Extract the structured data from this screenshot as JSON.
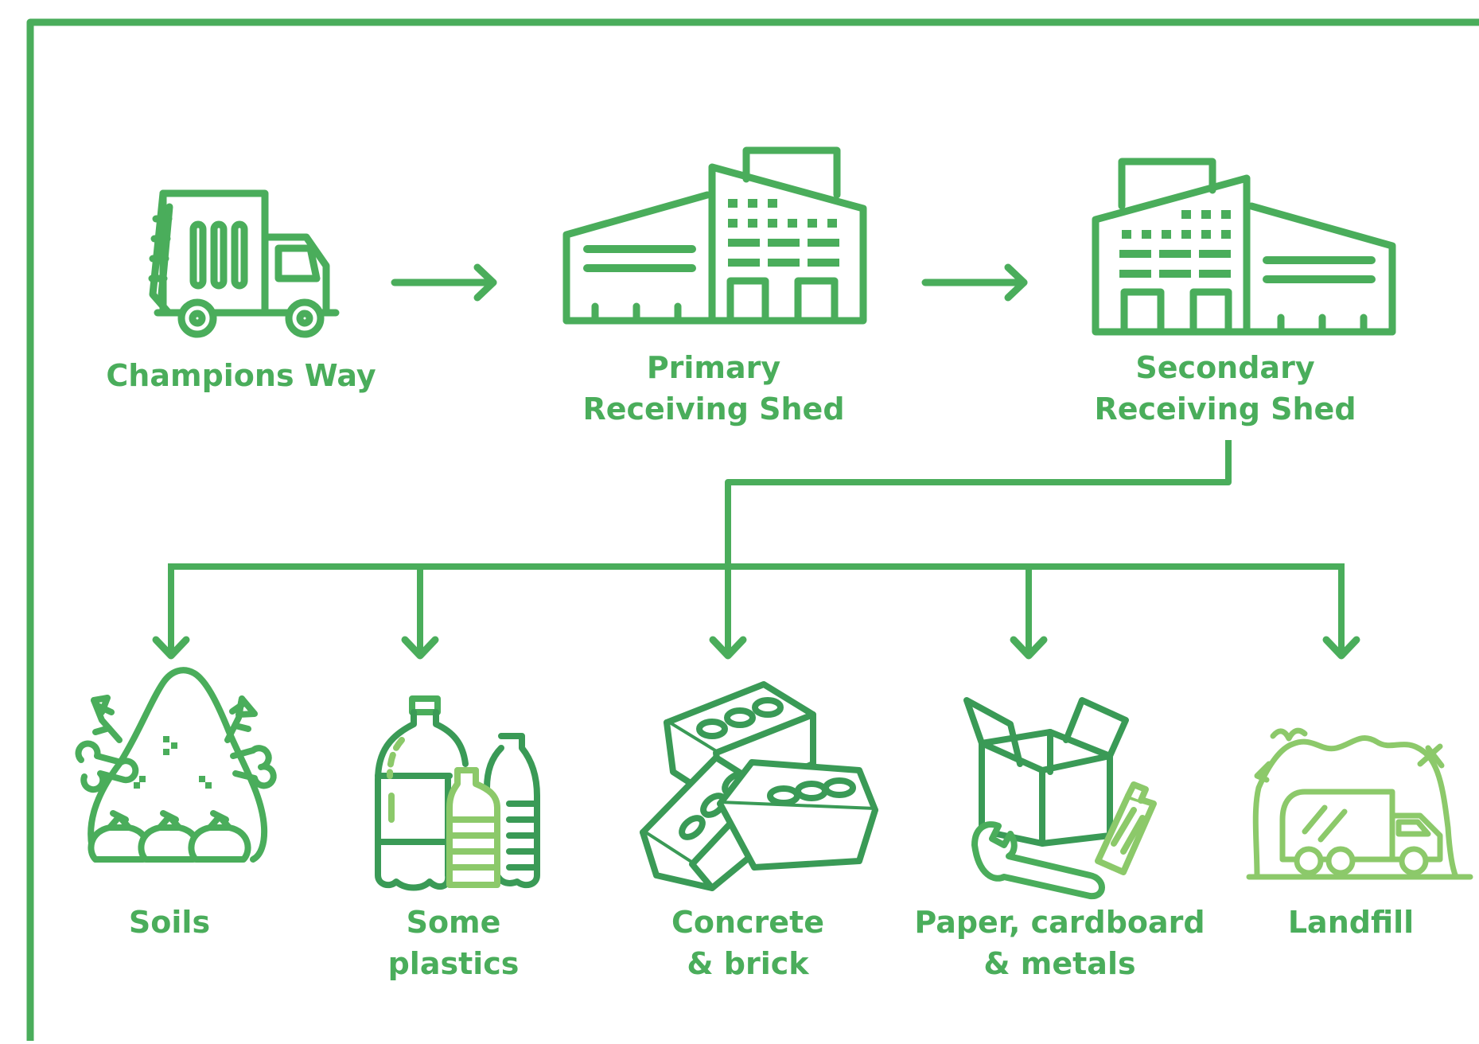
{
  "colors": {
    "primary": "#4aad5b",
    "dark": "#3a9a56",
    "light": "#8cc96a"
  },
  "nodes": {
    "source": {
      "label": "Champions Way",
      "icon": "garbage-truck-icon"
    },
    "primary": {
      "line1": "Primary",
      "line2": "Receiving Shed",
      "icon": "factory-icon"
    },
    "secondary": {
      "line1": "Secondary",
      "line2": "Receiving Shed",
      "icon": "factory-icon"
    }
  },
  "outputs": [
    {
      "line1": "Soils",
      "line2": "",
      "icon": "soil-heap-icon"
    },
    {
      "line1": "Some",
      "line2": "plastics",
      "icon": "plastic-bottles-icon"
    },
    {
      "line1": "Concrete",
      "line2": "& brick",
      "icon": "bricks-icon"
    },
    {
      "line1": "Paper, cardboard",
      "line2": "& metals",
      "icon": "box-wrench-battery-icon"
    },
    {
      "line1": "Landfill",
      "line2": "",
      "icon": "landfill-truck-icon"
    }
  ]
}
